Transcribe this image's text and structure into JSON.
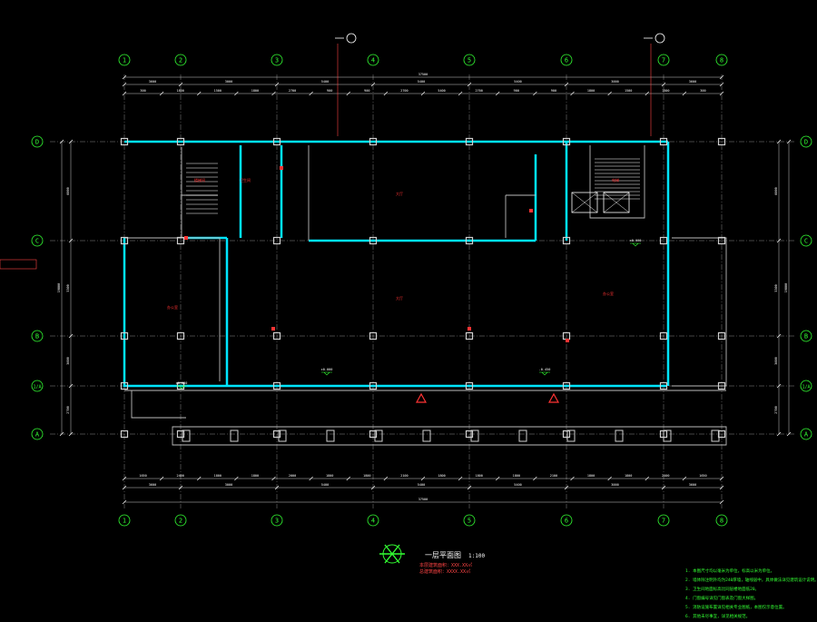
{
  "grid": {
    "columns": [
      "1",
      "2",
      "3",
      "4",
      "5",
      "6",
      "7",
      "8"
    ],
    "rows": [
      "D",
      "C",
      "B",
      "1/A",
      "A"
    ]
  },
  "dimensions": {
    "top_total": "37500",
    "bottom_total": "37500",
    "top_main": [
      "3600",
      "3000",
      "5400",
      "5400",
      "5400",
      "3000",
      "3600"
    ],
    "top_detail": [
      "300",
      "1800",
      "1500",
      "1800",
      "2700",
      "900",
      "900",
      "2700",
      "5400",
      "2700",
      "900",
      "900",
      "1800",
      "1500",
      "1800",
      "300"
    ],
    "bottom_main": [
      "3600",
      "3000",
      "5400",
      "5400",
      "5400",
      "3000",
      "3600"
    ],
    "bottom_detail": [
      "1650",
      "2400",
      "1800",
      "1800",
      "2000",
      "1800",
      "1800",
      "2100",
      "1800",
      "1800",
      "1800",
      "2100",
      "1800",
      "1800",
      "2400",
      "1650"
    ],
    "left": [
      "6000",
      "3300",
      "3600",
      "2700"
    ],
    "right": [
      "6000",
      "3300",
      "3600",
      "2700"
    ]
  },
  "rooms": {
    "hall": "大厅",
    "office": "办公室",
    "toilet": "卫生间",
    "stair": "楼梯间",
    "elevator": "电梯"
  },
  "elevations": [
    "±0.000",
    "-0.450",
    "±0.000",
    "±0.000"
  ],
  "title": {
    "main": "一层平面图",
    "scale": "1:100",
    "sub": [
      "本层建筑面积：XXX.XX㎡",
      "总建筑面积：XXXX.XX㎡"
    ]
  },
  "notes": [
    "1. 本图尺寸均以毫米为单位，标高以米为单位。",
    "2. 墙体除注明外均为240厚墙，轴线居中，具体做法详见建筑设计说明。",
    "3. 卫生间地面标高比同层楼地面低20。",
    "4. 门窗编号详见门窗表及门窗大样图。",
    "5. 消防设施布置详见相关专业图纸，本图仅示意位置。",
    "6. 其他未尽事宜，详见相关规范。"
  ],
  "colors": {
    "background": "#000000",
    "grid_line": "#ffffff",
    "axis_bubble": "#33ff33",
    "wall": "#00e5ff",
    "dimension": "#ffffff",
    "column": "#cfcfcf",
    "accent": "#ff3333"
  }
}
